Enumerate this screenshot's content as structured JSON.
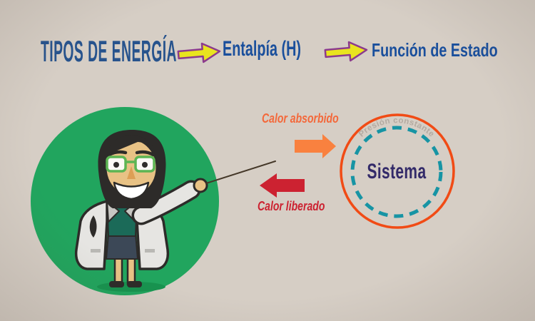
{
  "header": {
    "title": "TIPOS DE ENERGÍA",
    "step1": "Entalpía (H)",
    "step2": "Función de Estado"
  },
  "diagram": {
    "heat_absorbed": "Calor absorbido",
    "heat_released": "Calor liberado",
    "system": "Sistema",
    "condition": "Presión constante"
  },
  "icons": {
    "yellow_arrow": "right-arrow",
    "heat_absorbed_arrow": "right-block-arrow",
    "heat_released_arrow": "left-block-arrow",
    "scientist": "female-scientist-with-pointer"
  },
  "colors": {
    "background": "#d6cec5",
    "title_blue": "#27538d",
    "handwriting_blue": "#1a4f9c",
    "arrow_yellow": "#e9e41f",
    "arrow_outline_purple": "#8c3a8d",
    "heat_absorbed_orange": "#f4683a",
    "heat_absorbed_arrow": "#f9813f",
    "heat_released_red": "#cc2130",
    "system_ring_orange": "#f14b15",
    "system_dashed_teal": "#1794a4",
    "system_text_purple": "#332a69",
    "condition_gray": "#b3aaa1",
    "illustration_green": "#21a55e"
  }
}
